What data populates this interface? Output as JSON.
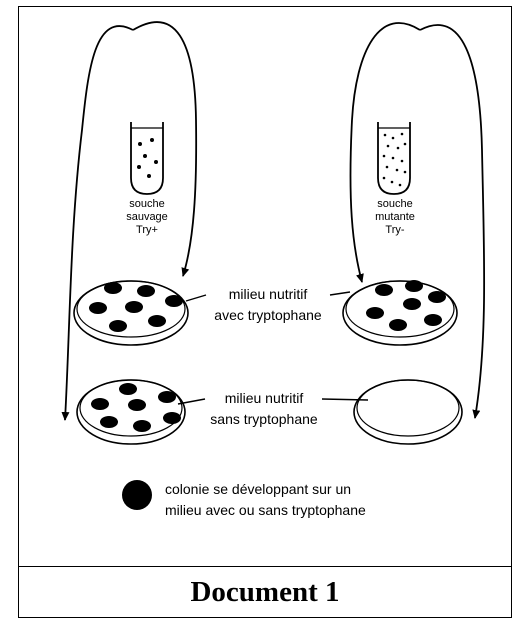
{
  "wild_strain": {
    "line1": "souche",
    "line2": "sauvage",
    "line3": "Try+"
  },
  "mutant_strain": {
    "line1": "souche",
    "line2": "mutante",
    "line3": "Try-"
  },
  "medium_with": {
    "line1": "milieu nutritif",
    "line2": "avec tryptophane"
  },
  "medium_without": {
    "line1": "milieu nutritif",
    "line2": "sans tryptophane"
  },
  "legend": {
    "line1": "colonie se développant sur un",
    "line2": "milieu avec ou sans tryptophane"
  },
  "caption": "Document 1"
}
